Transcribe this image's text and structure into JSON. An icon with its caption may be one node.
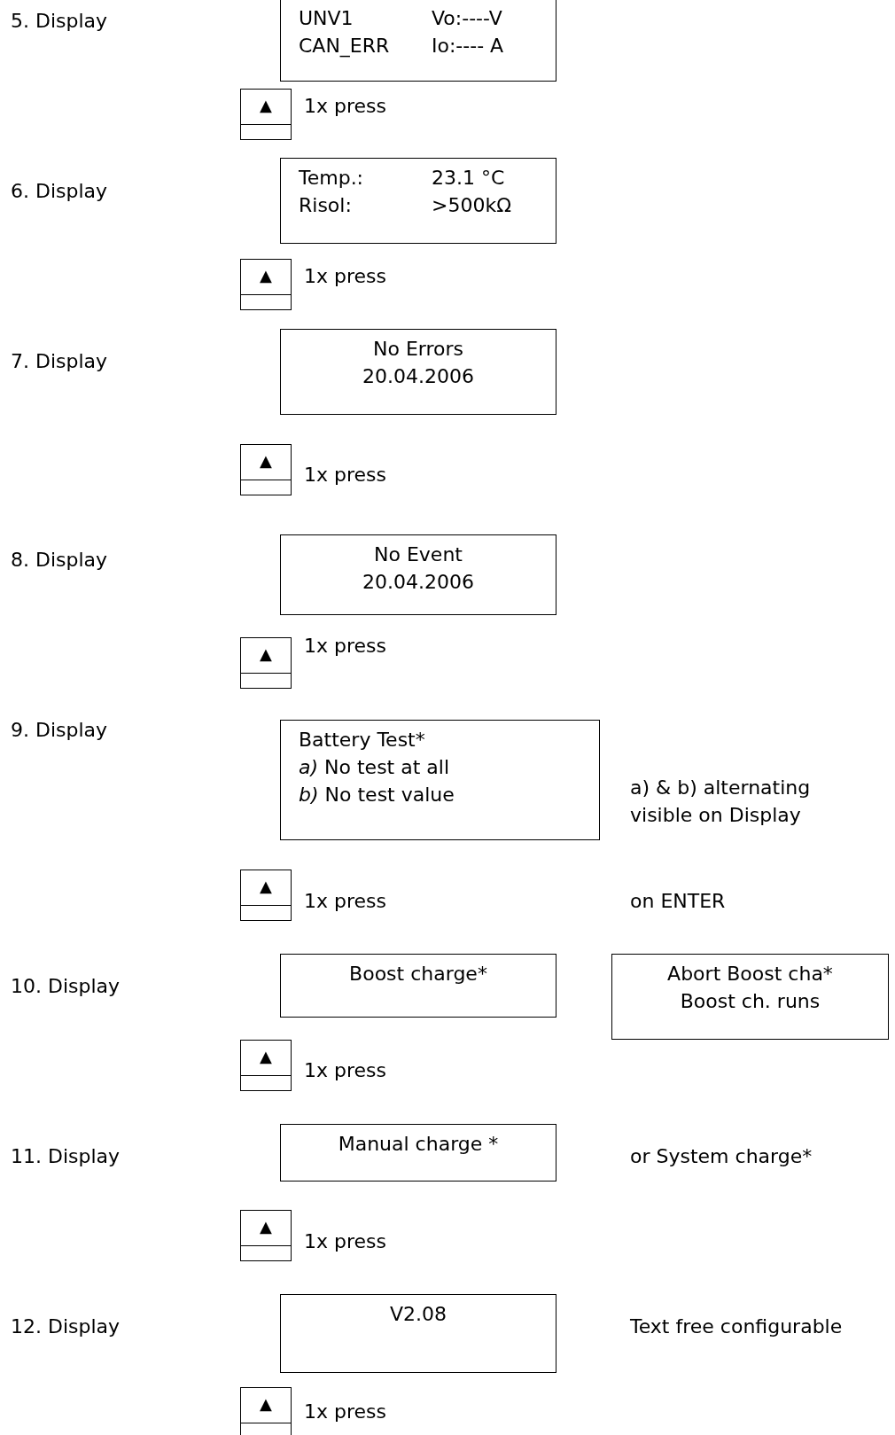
{
  "diagram": {
    "nodes": [
      {
        "text": [
          "UNV1",
          "Vo:----V",
          "CAN_ERR",
          "Io:---- A"
        ]
      },
      {
        "text": [
          "▲"
        ],
        "beside": [
          "1x press"
        ]
      },
      {
        "text": [
          "Temp.:",
          "23.1 °C",
          "Risol:",
          ">500kΩ"
        ]
      },
      {
        "text": [
          "▲"
        ],
        "beside": [
          "1x press"
        ]
      },
      {
        "text": [
          "No Errors",
          "20.04.2006"
        ]
      },
      {
        "text": [
          "▲"
        ],
        "beside": [
          "1x press"
        ]
      },
      {
        "text": [
          "No Event",
          "20.04.2006"
        ]
      },
      {
        "text": [
          "▲"
        ],
        "beside": [
          "1x press"
        ]
      },
      {
        "text": [
          "Battery Test*",
          "*a)* No test at all",
          "*b)* No test value"
        ]
      },
      {
        "text": [
          "▲"
        ],
        "beside": [
          "1x press"
        ]
      },
      {
        "text": [
          "Boost charge*"
        ]
      },
      {
        "text": [
          "Abort Boost cha*",
          "Boost ch. runs"
        ]
      },
      {
        "text": [
          "▲"
        ],
        "beside": [
          "1x press"
        ]
      },
      {
        "text": [
          "Manual charge *"
        ]
      },
      {
        "text": [
          "▲"
        ],
        "beside": [
          "1x press"
        ]
      },
      {
        "text": [
          "V2.08"
        ]
      },
      {
        "text": [
          "▲"
        ],
        "beside": [
          "1x press"
        ]
      }
    ],
    "labels": [
      "5. Display",
      "6. Display",
      "7. Display",
      "8. Display",
      "9. Display",
      "a) & b) alternating visible on Display",
      "on ENTER",
      "10. Display",
      "11. Display",
      "or System charge*",
      "12. Display",
      "Text free configurable"
    ]
  }
}
